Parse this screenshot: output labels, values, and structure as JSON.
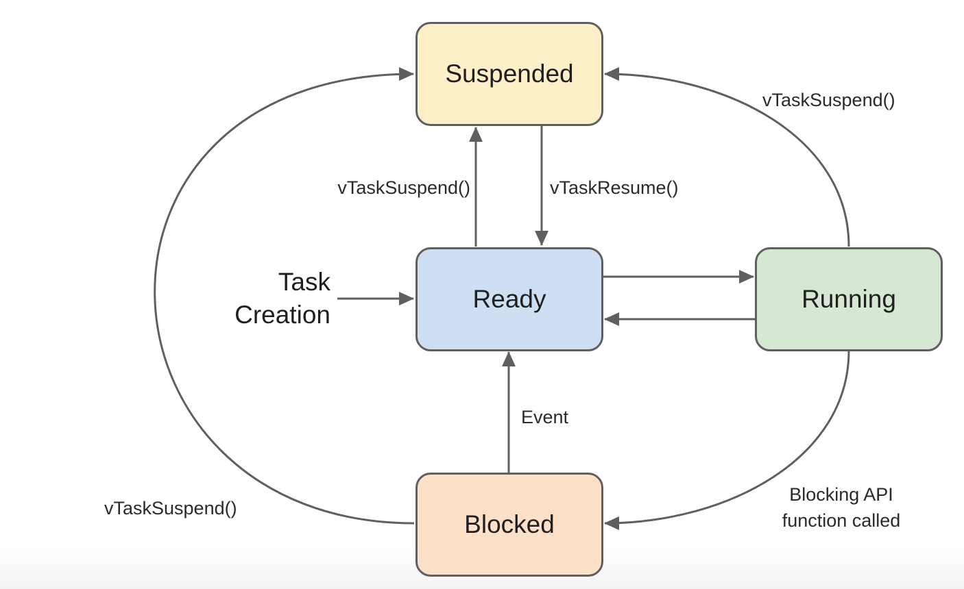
{
  "states": {
    "suspended": {
      "label": "Suspended",
      "fill": "#fdf0c8"
    },
    "ready": {
      "label": "Ready",
      "fill": "#cfdff3"
    },
    "running": {
      "label": "Running",
      "fill": "#d6e7d3"
    },
    "blocked": {
      "label": "Blocked",
      "fill": "#fde0c8"
    }
  },
  "edges": {
    "ready_to_suspended": "vTaskSuspend()",
    "suspended_to_ready": "vTaskResume()",
    "running_to_suspended": "vTaskSuspend()",
    "blocked_to_suspended": "vTaskSuspend()",
    "blocked_to_ready": "Event",
    "running_to_blocked_line1": "Blocking API",
    "running_to_blocked_line2": "function called",
    "task_creation_line1": "Task",
    "task_creation_line2": "Creation"
  },
  "colors": {
    "border": "#5f5f5f",
    "arrow": "#5f5f5f"
  }
}
